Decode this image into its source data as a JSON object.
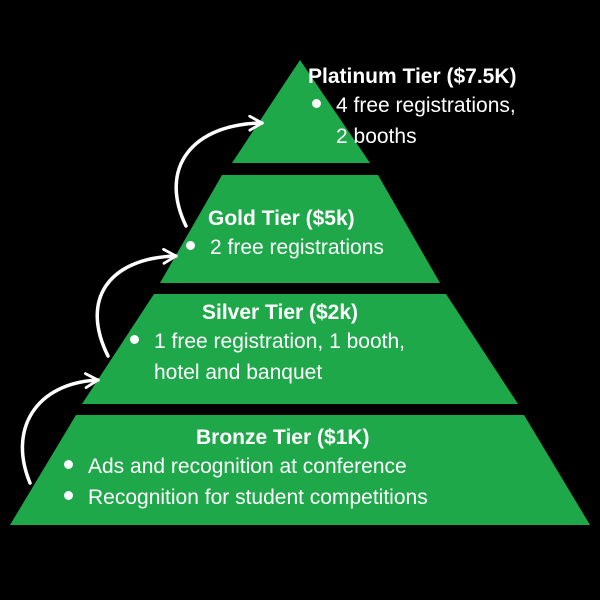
{
  "colors": {
    "background": "#000000",
    "tier_fill": "#1ea84a",
    "text": "#ffffff",
    "arrow": "#ffffff"
  },
  "tiers": [
    {
      "title": "Platinum Tier ($7.5K)",
      "bullets": [
        "4 free registrations,\n2 booths"
      ]
    },
    {
      "title": "Gold Tier ($5k)",
      "bullets": [
        "2 free registrations"
      ]
    },
    {
      "title": "Silver Tier ($2k)",
      "bullets": [
        "1 free registration, 1 booth,\nhotel and banquet"
      ]
    },
    {
      "title": "Bronze Tier ($1K)",
      "bullets": [
        "Ads and recognition at conference",
        "Recognition for student competitions"
      ]
    }
  ],
  "icons": [
    "curved-arrow-icon",
    "bullet-icon"
  ]
}
